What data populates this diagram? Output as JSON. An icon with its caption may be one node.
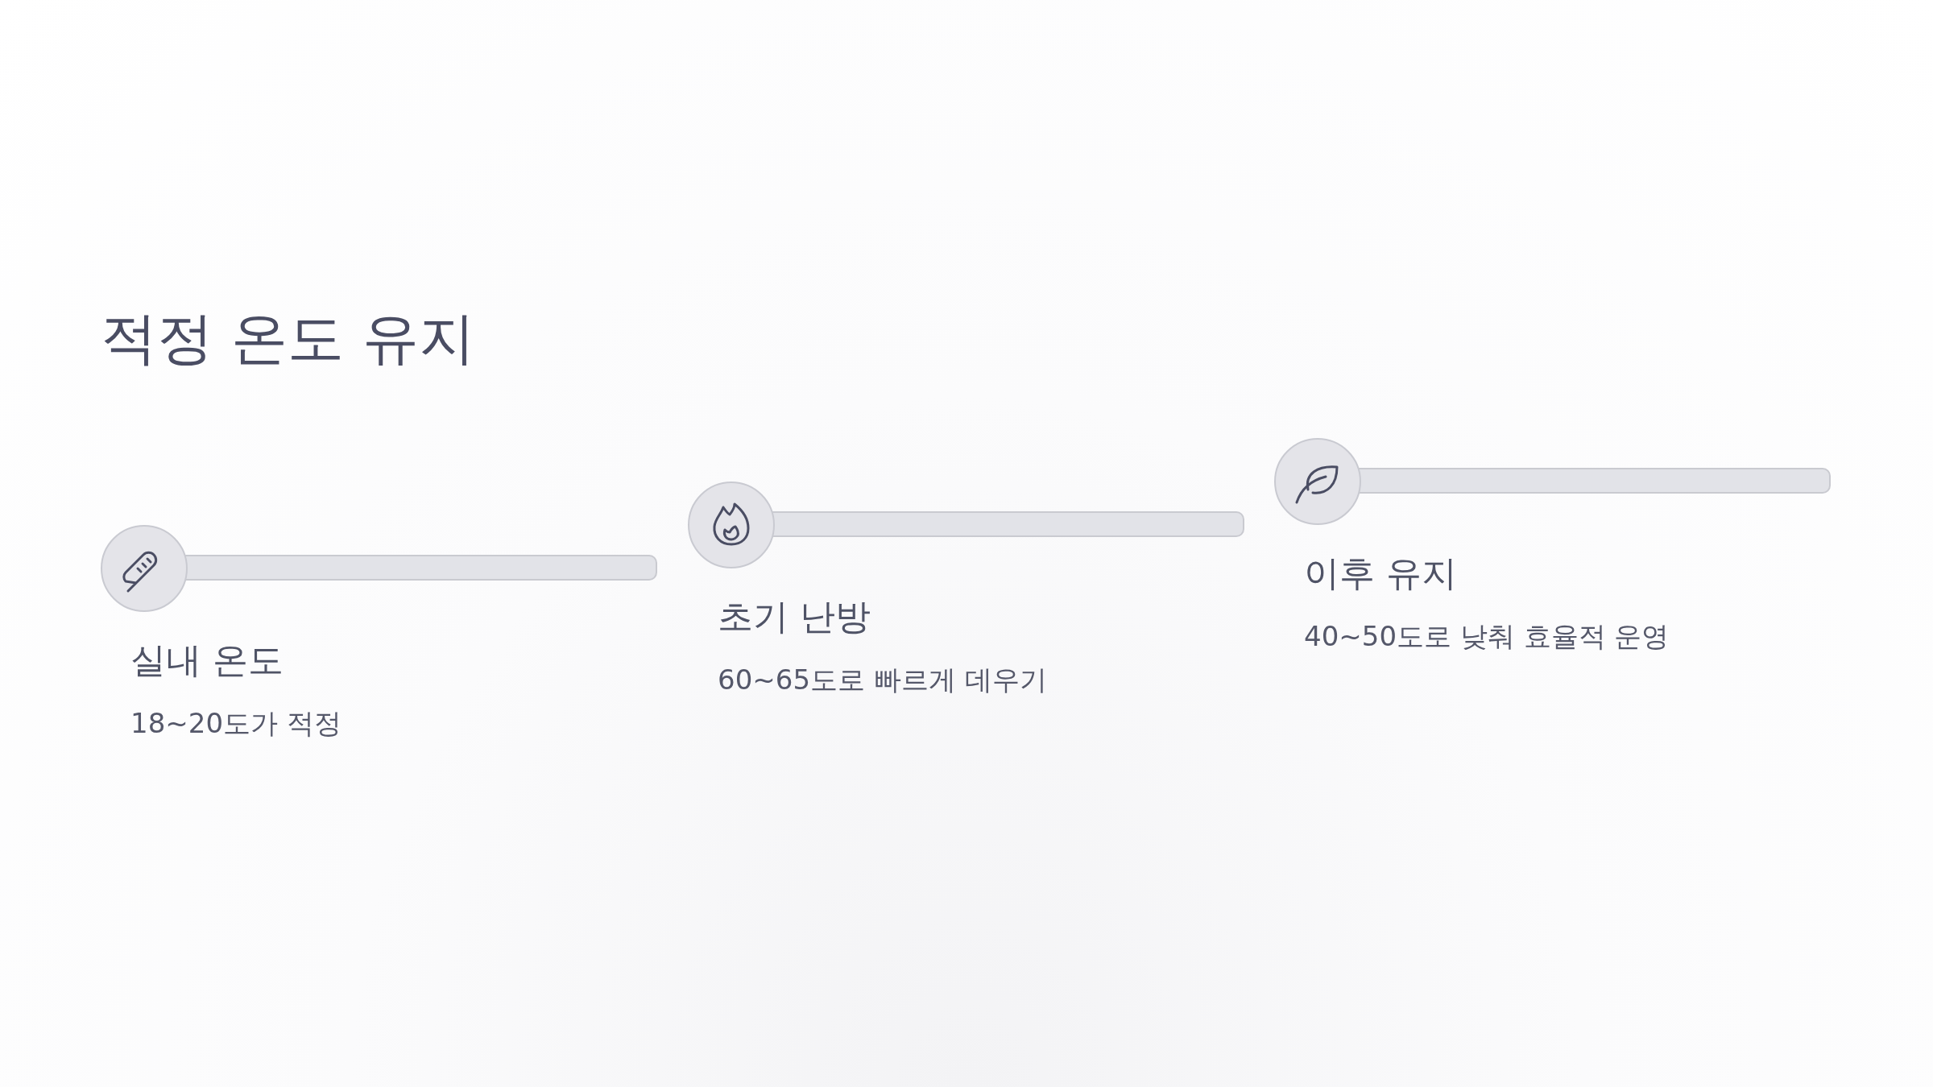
{
  "diagram": {
    "title": "적정 온도 유지",
    "labels": [
      "실내 온도",
      "18~20도가 적정",
      "초기 난방",
      "60~65도로 빠르게 데우기",
      "이후 유지",
      "40~50도로 낮춰 효율적 운영"
    ]
  }
}
